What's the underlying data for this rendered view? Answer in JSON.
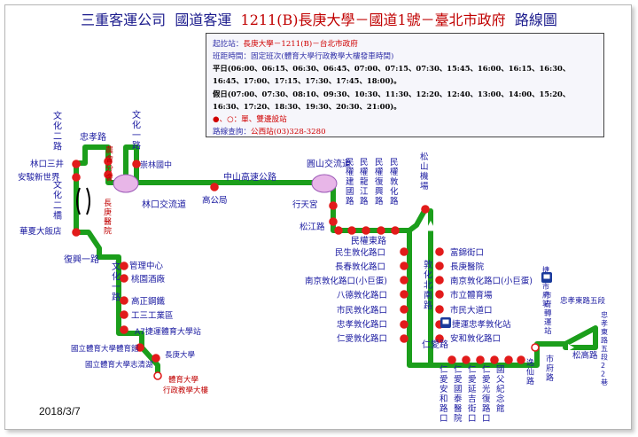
{
  "title": {
    "company": "三重客運公司",
    "service": "國道客運",
    "route": "1211(B)長庚大學－國道1號－臺北市政府",
    "suffix": "路線圖"
  },
  "info": {
    "origin_label": "起訖站：",
    "origin_value": "長庚大學－1211(B)－台北市政府",
    "interval_label": "班距時間：",
    "interval_value": "固定班次(體育大學行政教學大樓發車時間)",
    "weekday_label": "平日",
    "weekday_times": "(06:00、06:15、06:30、06:45、07:00、07:15、07:30、15:45、16:00、16:15、16:30、16:45、17:00、17:15、17:30、17:45、18:00)。",
    "holiday_label": "假日",
    "holiday_times": "(07:00、07:30、08:10、09:30、10:30、11:30、12:20、12:40、13:00、14:00、15:20、16:30、17:20、18:30、19:30、20:30、21:00)。",
    "legend_text": "、○：單、雙邊設站",
    "query_label": "路線查詢：",
    "query_value": "公西站(03)328-3280"
  },
  "map": {
    "labels": [
      {
        "id": "wenhua2a",
        "text": "文化二路",
        "color": "blue"
      },
      {
        "id": "zhongxiao",
        "text": "忠孝路",
        "color": "blue"
      },
      {
        "id": "wenhua1a",
        "text": "文化一路",
        "color": "blue"
      },
      {
        "id": "linkou3j",
        "text": "林口三井",
        "color": "blue"
      },
      {
        "id": "anxin",
        "text": "安駿新世界",
        "color": "blue"
      },
      {
        "id": "wenhua2b",
        "text": "文化二橋",
        "color": "blue"
      },
      {
        "id": "huaxia",
        "text": "華夏大飯店",
        "color": "blue"
      },
      {
        "id": "nongkuai",
        "text": "農會分會",
        "color": "red"
      },
      {
        "id": "chonglin",
        "text": "崇林國中",
        "color": "blue"
      },
      {
        "id": "linkouic",
        "text": "林口交流道",
        "color": "blue"
      },
      {
        "id": "zhongshan",
        "text": "中山高速公路",
        "color": "blue"
      },
      {
        "id": "gaogong",
        "text": "高公局",
        "color": "blue"
      },
      {
        "id": "yuanshan",
        "text": "圓山交流道",
        "color": "blue"
      },
      {
        "id": "xingtian",
        "text": "行天宮",
        "color": "blue"
      },
      {
        "id": "songjiang",
        "text": "松江路",
        "color": "blue"
      },
      {
        "id": "cgh",
        "text": "長庚醫院",
        "color": "red"
      },
      {
        "id": "fuxing1",
        "text": "復興一路",
        "color": "blue"
      },
      {
        "id": "wenhua1b",
        "text": "文化一路",
        "color": "blue"
      },
      {
        "id": "guanli",
        "text": "管理中心",
        "color": "blue"
      },
      {
        "id": "taoyuan",
        "text": "桃園酒廠",
        "color": "blue"
      },
      {
        "id": "gaozheng",
        "text": "高正鋼鐵",
        "color": "blue"
      },
      {
        "id": "gongsan",
        "text": "工三工業區",
        "color": "blue"
      },
      {
        "id": "a7",
        "text": "A7捷運體育大學站",
        "color": "blue"
      },
      {
        "id": "tyy1",
        "text": "國立體育大學體育館",
        "color": "blue"
      },
      {
        "id": "tyy2",
        "text": "國立體育大學志清湖",
        "color": "blue"
      },
      {
        "id": "cgu",
        "text": "長庚大學",
        "color": "blue"
      },
      {
        "id": "tydx",
        "text": "體育大學",
        "color": "red"
      },
      {
        "id": "xingzheng",
        "text": "行政教學大樓",
        "color": "red"
      },
      {
        "id": "mqj",
        "text": "民權建國路",
        "color": "blue"
      },
      {
        "id": "mql",
        "text": "民權龍江路",
        "color": "blue"
      },
      {
        "id": "mqf",
        "text": "民權復興路",
        "color": "blue"
      },
      {
        "id": "mqd",
        "text": "民權敦化路",
        "color": "blue"
      },
      {
        "id": "minquan_e",
        "text": "民權東路",
        "color": "blue"
      },
      {
        "id": "songshan",
        "text": "松山機場",
        "color": "blue"
      },
      {
        "id": "minsheng",
        "text": "民生敦化路口",
        "color": "blue"
      },
      {
        "id": "changchun",
        "text": "長春敦化路口",
        "color": "blue"
      },
      {
        "id": "nanjing_w",
        "text": "南京敦化路口(小巨蛋)",
        "color": "blue"
      },
      {
        "id": "bade",
        "text": "八德敦化路口",
        "color": "blue"
      },
      {
        "id": "shimin_w",
        "text": "市民敦化路口",
        "color": "blue"
      },
      {
        "id": "zhongxiao_w",
        "text": "忠孝敦化路口",
        "color": "blue"
      },
      {
        "id": "renai_w",
        "text": "仁愛敦化路口",
        "color": "blue"
      },
      {
        "id": "dunhua_n",
        "text": "敦化北南路",
        "color": "blue"
      },
      {
        "id": "fujin",
        "text": "富錦街口",
        "color": "blue"
      },
      {
        "id": "cgh2",
        "text": "長庚醫院",
        "color": "blue"
      },
      {
        "id": "nanjing_e",
        "text": "南京敦化路口(小巨蛋)",
        "color": "blue"
      },
      {
        "id": "shili",
        "text": "市立體育場",
        "color": "blue"
      },
      {
        "id": "shimin_e",
        "text": "市民大道口",
        "color": "blue"
      },
      {
        "id": "mrt_zx",
        "text": "捷運忠孝敦化站",
        "color": "blue"
      },
      {
        "id": "anhe",
        "text": "安和敦化路口",
        "color": "blue"
      },
      {
        "id": "renai_rd",
        "text": "仁愛路",
        "color": "blue"
      },
      {
        "id": "renai_anhe",
        "text": "仁愛安和路口",
        "color": "blue"
      },
      {
        "id": "renai_guotai",
        "text": "仁愛國泰醫院",
        "color": "blue"
      },
      {
        "id": "renai_yanji",
        "text": "仁愛延吉街口",
        "color": "blue"
      },
      {
        "id": "renai_guangfu",
        "text": "仁愛光復路口",
        "color": "blue"
      },
      {
        "id": "sunyat",
        "text": "國父紀念館",
        "color": "blue"
      },
      {
        "id": "yishan",
        "text": "逸仙路",
        "color": "blue"
      },
      {
        "id": "cityhall",
        "text": "市府路",
        "color": "blue"
      },
      {
        "id": "cityhall_st",
        "text": "市府轉運站",
        "color": "blue"
      },
      {
        "id": "mrt_city",
        "text": "捷運市府站",
        "color": "blue"
      },
      {
        "id": "zhongxiao_e5",
        "text": "忠孝東路五段",
        "color": "blue"
      },
      {
        "id": "zhongxiao_e4",
        "text": "忠孝東路五段22巷",
        "color": "blue"
      },
      {
        "id": "songgao",
        "text": "松高路",
        "color": "blue"
      }
    ]
  },
  "footer": {
    "date": "2018/3/7"
  },
  "colors": {
    "route": "#1b9e1b",
    "stop": "#e21b1b",
    "text_blue": "#1a1aa0",
    "text_red": "#c00000",
    "interchange": "#e8b6e8"
  }
}
